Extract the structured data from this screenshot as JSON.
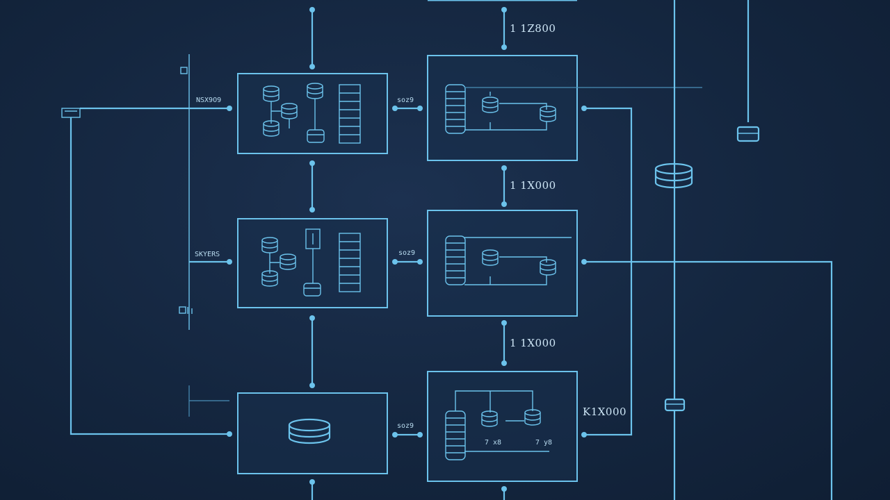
{
  "labels": {
    "top_conn": "1 1Z800",
    "mid_conn_1": "1 1X000",
    "mid_conn_2": "1 1X000",
    "right_conn": "K1X000",
    "side_a": "NSX9O9",
    "side_b": "SKYERS",
    "side_c": "soz9",
    "link_a": "soz9",
    "link_b": "soz9",
    "inner_a": "7 x8",
    "inner_b": "7 y8"
  },
  "colors": {
    "line": "#6cc3ec",
    "background": "#14263f"
  }
}
